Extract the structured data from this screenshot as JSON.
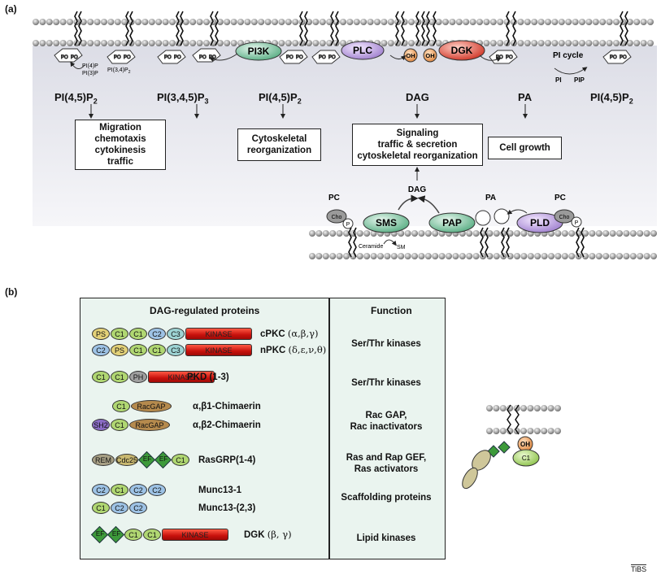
{
  "panels": {
    "a": "(a)",
    "b": "(b)"
  },
  "enzymes": {
    "pi3k": "PI3K",
    "plc": "PLC",
    "dgk": "DGK",
    "sms": "SMS",
    "pap": "PAP",
    "pld": "PLD"
  },
  "membrane_labels": {
    "pi4p": "PI(4)P",
    "pi3p": "PI(3)P",
    "pi34p2": "PI(3,4)P",
    "oh": "OH",
    "pi_cycle": "PI cycle",
    "pi": "PI",
    "pip": "PIP",
    "po4": "PO",
    "pc": "PC",
    "pa": "PA",
    "cho": "Cho",
    "p": "P",
    "ceramide": "Ceramide",
    "sm": "SM",
    "dag_small": "DAG"
  },
  "lipids": [
    "PI(4,5)P",
    "PI(3,4,5)P",
    "PI(4,5)P",
    "DAG",
    "PA",
    "PI(4,5)P"
  ],
  "lipid_subs": [
    "2",
    "3",
    "2",
    "",
    "",
    "2"
  ],
  "boxes": {
    "migration": [
      "Migration",
      "chemotaxis",
      "cytokinesis",
      "traffic"
    ],
    "cytoskeletal": [
      "Cytoskeletal",
      "reorganization"
    ],
    "signaling": [
      "Signaling",
      "traffic & secretion",
      "cytoskeletal reorganization"
    ],
    "cell_growth": [
      "Cell growth"
    ]
  },
  "table": {
    "header_left": "DAG-regulated proteins",
    "header_right": "Function"
  },
  "proteins": [
    {
      "name": "cPKC",
      "greek": "(α,β,γ)",
      "domains": [
        "PS",
        "C1",
        "C1",
        "C2",
        "C3",
        "KINASE"
      ]
    },
    {
      "name": "nPKC",
      "greek": "(δ,ε,ν,θ)",
      "domains": [
        "C2",
        "PS",
        "C1",
        "C1",
        "C3",
        "KINASE"
      ]
    },
    {
      "name": "PKD (1-3)",
      "greek": "",
      "domains": [
        "C1",
        "C1",
        "PH",
        "KINASE"
      ]
    },
    {
      "name": "α,β1-Chimaerin",
      "greek": "",
      "domains": [
        "C1",
        "RacGAP"
      ]
    },
    {
      "name": "α,β2-Chimaerin",
      "greek": "",
      "domains": [
        "SH2",
        "C1",
        "RacGAP"
      ]
    },
    {
      "name": "RasGRP(1-4)",
      "greek": "",
      "domains": [
        "REM",
        "Cdc25",
        "EF",
        "EF",
        "C1"
      ]
    },
    {
      "name": "Munc13-1",
      "greek": "",
      "domains": [
        "C2",
        "C1",
        "C2",
        "C2"
      ]
    },
    {
      "name": "Munc13-(2,3)",
      "greek": "",
      "domains": [
        "C1",
        "C2",
        "C2"
      ]
    },
    {
      "name": "DGK",
      "greek": "(β, γ)",
      "domains": [
        "EF",
        "EF",
        "C1",
        "C1",
        "KINASE"
      ]
    }
  ],
  "functions": [
    [
      "Ser/Thr kinases"
    ],
    [
      "Ser/Thr kinases"
    ],
    [
      "Rac GAP,",
      "Rac inactivators"
    ],
    [
      "Ras and Rap GEF,",
      "Ras activators"
    ],
    [
      "Scaffolding proteins"
    ],
    [
      "Lipid kinases"
    ]
  ],
  "inset": {
    "oh": "OH",
    "c1": "C1"
  },
  "credit": "TiBS",
  "colors": {
    "membrane_head": "#a9a9a9",
    "cytoplasm": "#ecedf2",
    "table_bg": "#eaf4ef",
    "kinase": "#d4160f",
    "c1": "#aed86d",
    "c2": "#9ec3e6"
  }
}
